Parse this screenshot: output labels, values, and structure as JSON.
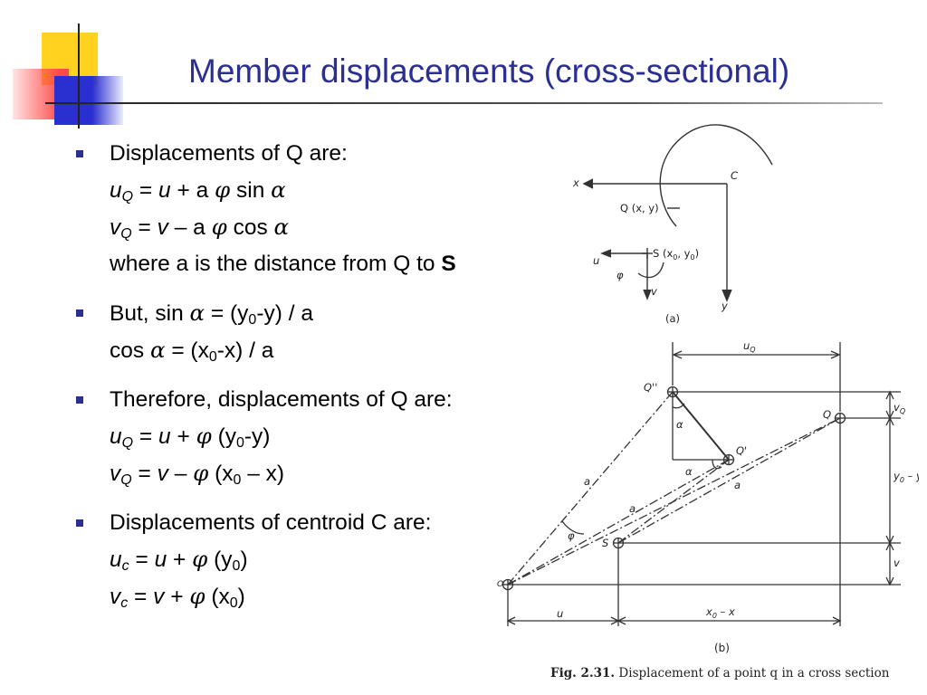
{
  "title": "Member displacements (cross-sectional)",
  "bullets": [
    {
      "heading": "Displacements of Q are:",
      "lines": [
        {
          "var": "u",
          "sub": "Q",
          "rhs_var": "u",
          "op": "+",
          "coef": "a",
          "phi": "φ",
          "trig": "sin",
          "angle": "α"
        },
        {
          "var": "v",
          "sub": "Q",
          "rhs_var": "v",
          "op": "–",
          "coef": "a",
          "phi": "φ",
          "trig": "cos",
          "angle": "α"
        }
      ],
      "note": "where a is the distance from Q to",
      "note_bold": "S"
    },
    {
      "line1": {
        "lead": "But, sin",
        "angle": "α",
        "mid": "= (y",
        "sub": "0",
        "tail": "-y) / a"
      },
      "line2": {
        "lead": "cos",
        "angle": "α",
        "mid": "= (x",
        "sub": "0",
        "tail": "-x) / a"
      }
    },
    {
      "heading": "Therefore, displacements of Q are:",
      "lines": [
        {
          "var": "u",
          "sub": "Q",
          "rhs_var": "u",
          "op": "+",
          "phi": "φ",
          "pre": "(y",
          "sub0": "0",
          "post": "-y)"
        },
        {
          "var": "v",
          "sub": "Q",
          "rhs_var": "v",
          "op": "–",
          "phi": "φ",
          "pre": "(x",
          "sub0": "0",
          "post": "– x)"
        }
      ]
    },
    {
      "heading": "Displacements of centroid C are:",
      "lines": [
        {
          "var": "u",
          "sub": "c",
          "rhs_var": "u",
          "op": "+",
          "phi": "φ",
          "pre": "(y",
          "sub0": "0",
          "post": ")"
        },
        {
          "var": "v",
          "sub": "c",
          "rhs_var": "v",
          "op": "+",
          "phi": "φ",
          "pre": "(x",
          "sub0": "0",
          "post": ")"
        }
      ]
    }
  ],
  "diagram_a": {
    "x_axis": "x",
    "y_axis": "y",
    "centroid": "C",
    "point_q": "Q (x, y)",
    "point_s": "S (x",
    "s_sub0": "0",
    "s_mid": ", y",
    "s_sub1": "0",
    "s_end": ")",
    "u_label": "u",
    "v_label": "v",
    "phi_label": "φ",
    "caption": "(a)"
  },
  "diagram_b": {
    "uQ": "u",
    "uQ_sub": "Q",
    "vQ": "v",
    "vQ_sub": "Q",
    "q_double": "Q''",
    "q_prime": "Q'",
    "q": "Q",
    "s": "S",
    "o": "O",
    "a_label": "a",
    "alpha": "α",
    "phi": "φ",
    "y_diff": "y",
    "y_diff_sub": "0",
    "y_diff_tail": " – y",
    "v_label": "v",
    "u_label": "u",
    "x_diff": "x",
    "x_diff_sub": "0",
    "x_diff_tail": " – x",
    "caption": "(b)"
  },
  "figure_caption": {
    "label": "Fig. 2.31.",
    "text": " Displacement of a point q in a cross section"
  }
}
